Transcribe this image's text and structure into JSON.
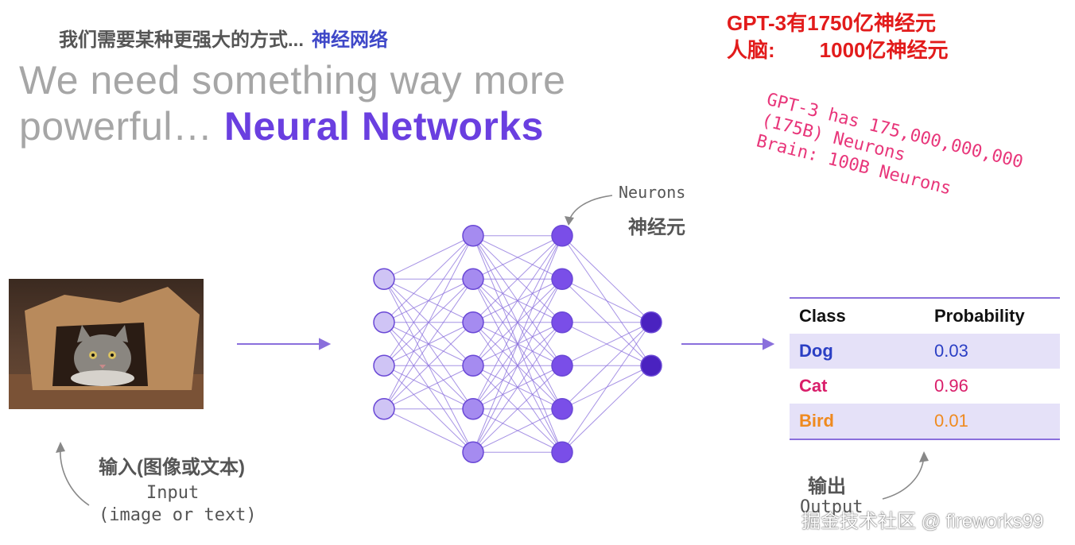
{
  "subtitle_cn": {
    "text": "我们需要某种更强大的方式...",
    "highlight": "神经网络"
  },
  "title_en": {
    "line1": "We need something way more",
    "line2_prefix": "powerful…",
    "line2_highlight": "Neural Networks"
  },
  "stats_cn": {
    "line1": "GPT-3有1750亿神经元",
    "line2_label": "人脑:",
    "line2_value": "1000亿神经元"
  },
  "stats_en": {
    "line1": "GPT-3 has 175,000,000,000",
    "line2": "(175B) Neurons",
    "line3": "Brain: 100B Neurons"
  },
  "neurons_label": {
    "en": "Neurons",
    "cn": "神经元"
  },
  "input_label": {
    "cn": "输入(图像或文本)",
    "en1": "Input",
    "en2": "(image or text)"
  },
  "output_label": {
    "cn": "输出",
    "en": "Output"
  },
  "table": {
    "headers": [
      "Class",
      "Probability"
    ],
    "rows": [
      {
        "class": "Dog",
        "prob": "0.03",
        "color": "#2b3fc4"
      },
      {
        "class": "Cat",
        "prob": "0.96",
        "color": "#d91e6a"
      },
      {
        "class": "Bird",
        "prob": "0.01",
        "color": "#ef8a1f"
      }
    ]
  },
  "network": {
    "layers": [
      4,
      6,
      6,
      2
    ],
    "layer_colors": [
      "#cfc4f5",
      "#a58bf0",
      "#7a4ee8",
      "#4a22c0"
    ],
    "edge_color": "#8a6fdc"
  },
  "watermark": "掘金技术社区 @ fireworks99"
}
